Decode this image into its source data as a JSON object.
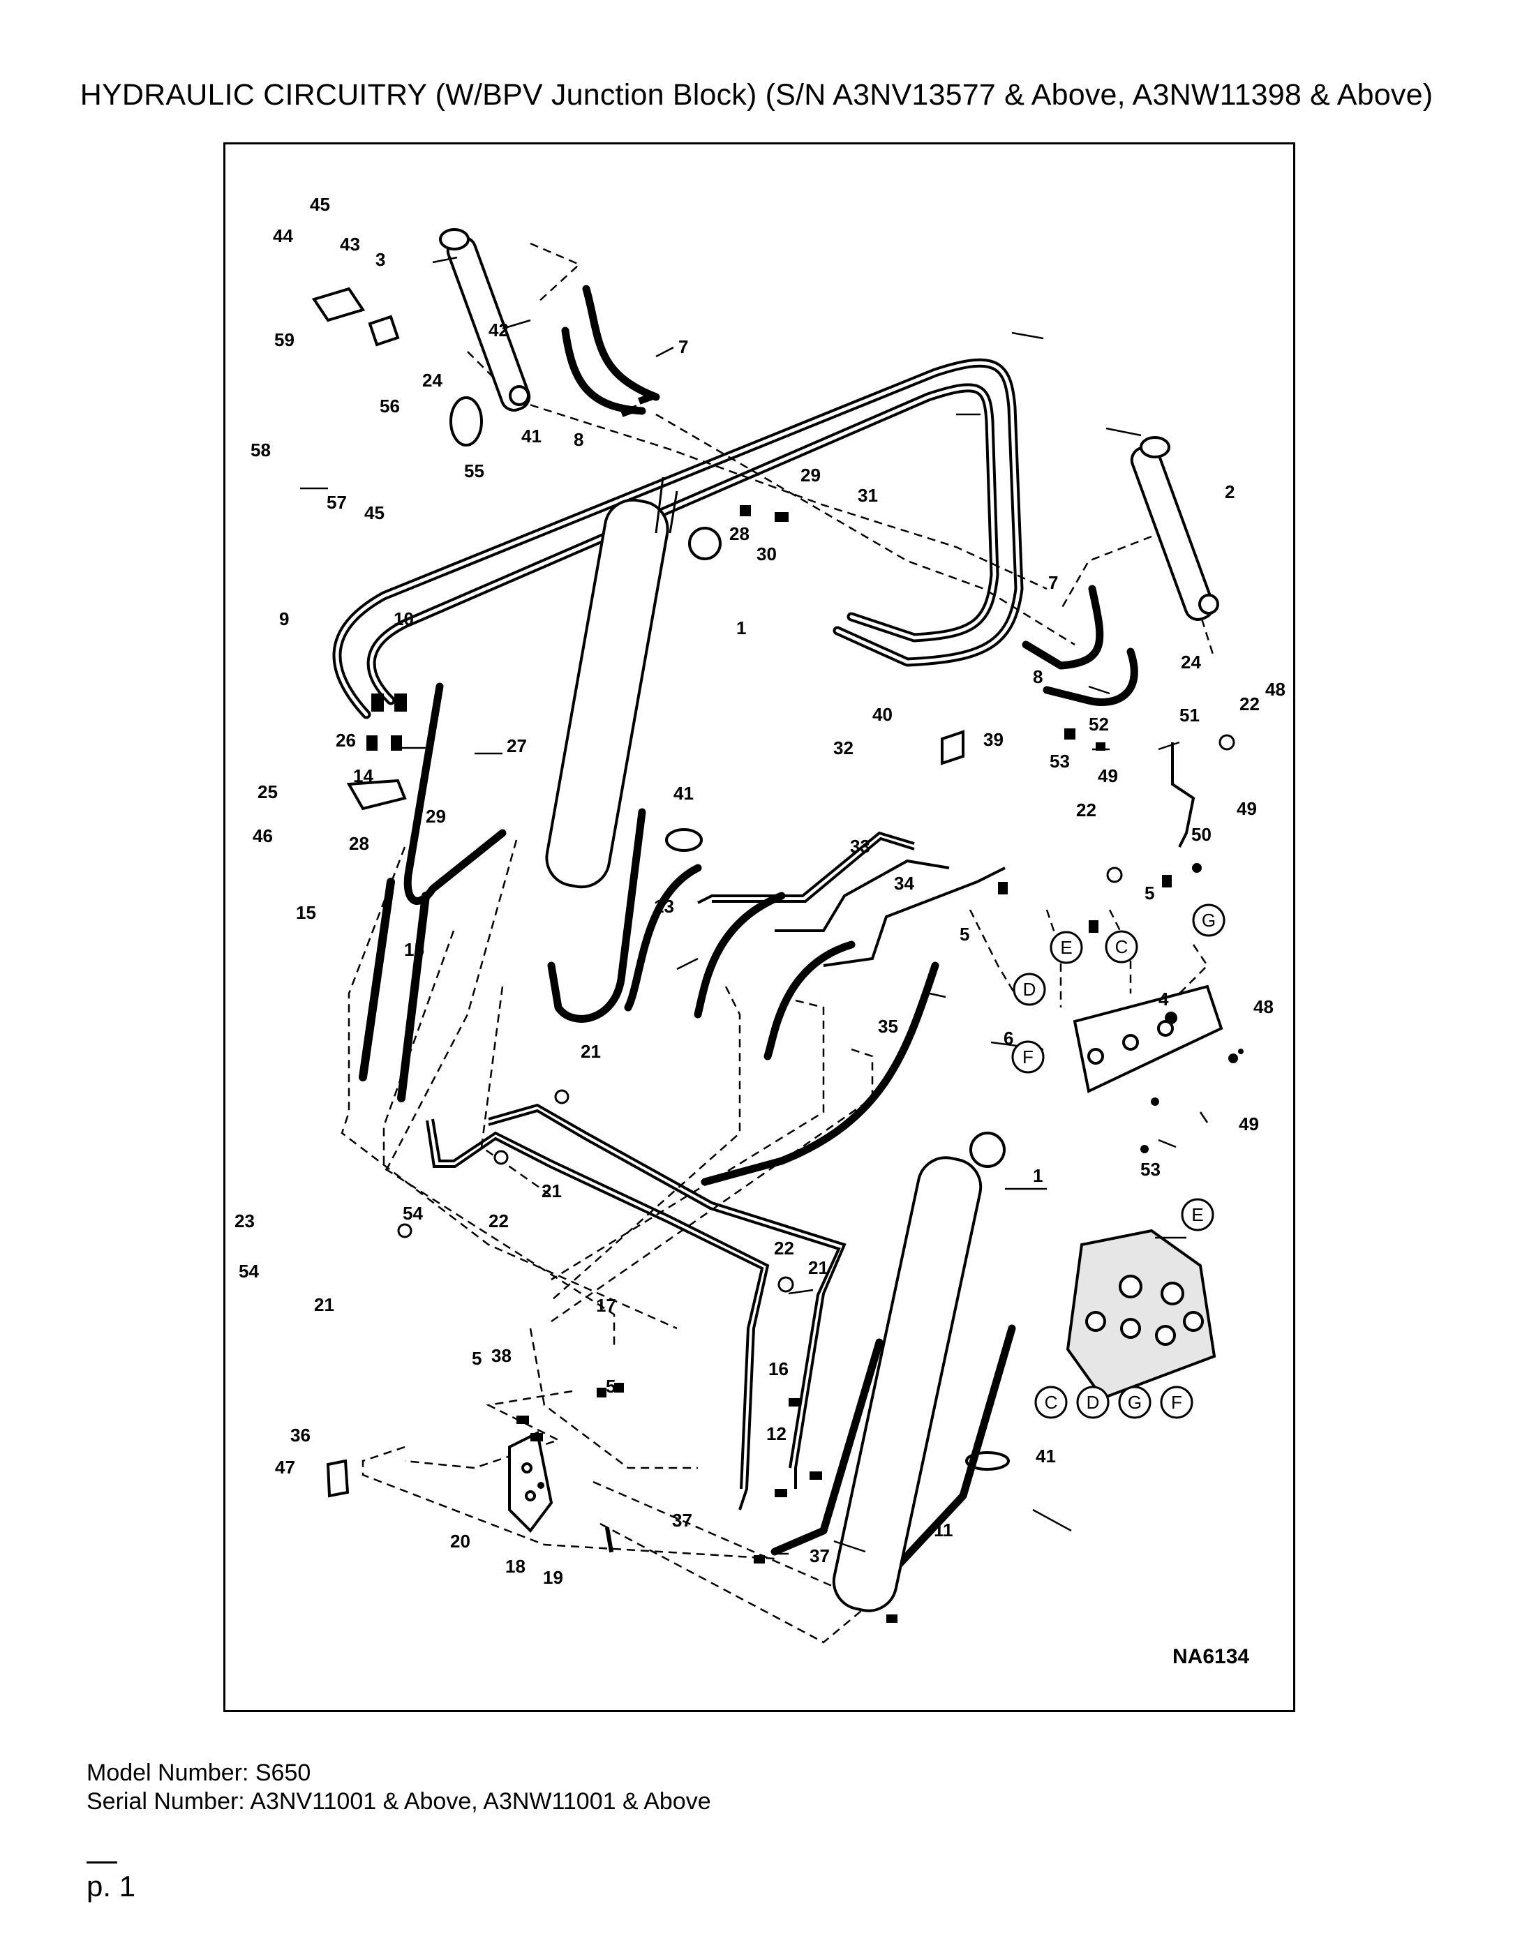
{
  "page": {
    "title": "HYDRAULIC CIRCUITRY (W/BPV Junction Block) (S/N A3NV13577 & Above, A3NW11398 & Above)",
    "drawing_id": "NA6134",
    "model_number": "Model Number: S650",
    "serial_number": "Serial Number: A3NV11001 & Above, A3NW11001 & Above",
    "page_number": "p. 1"
  },
  "callouts": [
    {
      "id": "c1",
      "label": "1"
    },
    {
      "id": "c1b",
      "label": "1"
    },
    {
      "id": "c2",
      "label": "2"
    },
    {
      "id": "c3",
      "label": "3"
    },
    {
      "id": "c4",
      "label": "4"
    },
    {
      "id": "c5a",
      "label": "5"
    },
    {
      "id": "c5b",
      "label": "5"
    },
    {
      "id": "c5c",
      "label": "5"
    },
    {
      "id": "c5d",
      "label": "5"
    },
    {
      "id": "c6",
      "label": "6"
    },
    {
      "id": "c7a",
      "label": "7"
    },
    {
      "id": "c7b",
      "label": "7"
    },
    {
      "id": "c8a",
      "label": "8"
    },
    {
      "id": "c8b",
      "label": "8"
    },
    {
      "id": "c9",
      "label": "9"
    },
    {
      "id": "c10",
      "label": "10"
    },
    {
      "id": "c11",
      "label": "11"
    },
    {
      "id": "c12",
      "label": "12"
    },
    {
      "id": "c13",
      "label": "13"
    },
    {
      "id": "c14",
      "label": "14"
    },
    {
      "id": "c15a",
      "label": "15"
    },
    {
      "id": "c15b",
      "label": "15"
    },
    {
      "id": "c16",
      "label": "16"
    },
    {
      "id": "c17",
      "label": "17"
    },
    {
      "id": "c18",
      "label": "18"
    },
    {
      "id": "c19",
      "label": "19"
    },
    {
      "id": "c20",
      "label": "20"
    },
    {
      "id": "c21a",
      "label": "21"
    },
    {
      "id": "c21b",
      "label": "21"
    },
    {
      "id": "c21c",
      "label": "21"
    },
    {
      "id": "c21d",
      "label": "21"
    },
    {
      "id": "c22a",
      "label": "22"
    },
    {
      "id": "c22b",
      "label": "22"
    },
    {
      "id": "c22c",
      "label": "22"
    },
    {
      "id": "c22d",
      "label": "22"
    },
    {
      "id": "c23",
      "label": "23"
    },
    {
      "id": "c24a",
      "label": "24"
    },
    {
      "id": "c24b",
      "label": "24"
    },
    {
      "id": "c25",
      "label": "25"
    },
    {
      "id": "c26",
      "label": "26"
    },
    {
      "id": "c27",
      "label": "27"
    },
    {
      "id": "c28a",
      "label": "28"
    },
    {
      "id": "c28b",
      "label": "28"
    },
    {
      "id": "c29a",
      "label": "29"
    },
    {
      "id": "c29b",
      "label": "29"
    },
    {
      "id": "c30",
      "label": "30"
    },
    {
      "id": "c31",
      "label": "31"
    },
    {
      "id": "c32",
      "label": "32"
    },
    {
      "id": "c33",
      "label": "33"
    },
    {
      "id": "c34",
      "label": "34"
    },
    {
      "id": "c35",
      "label": "35"
    },
    {
      "id": "c36",
      "label": "36"
    },
    {
      "id": "c37a",
      "label": "37"
    },
    {
      "id": "c37b",
      "label": "37"
    },
    {
      "id": "c38",
      "label": "38"
    },
    {
      "id": "c39",
      "label": "39"
    },
    {
      "id": "c40",
      "label": "40"
    },
    {
      "id": "c41a",
      "label": "41"
    },
    {
      "id": "c41b",
      "label": "41"
    },
    {
      "id": "c41c",
      "label": "41"
    },
    {
      "id": "c42",
      "label": "42"
    },
    {
      "id": "c43",
      "label": "43"
    },
    {
      "id": "c44",
      "label": "44"
    },
    {
      "id": "c45a",
      "label": "45"
    },
    {
      "id": "c45b",
      "label": "45"
    },
    {
      "id": "c46",
      "label": "46"
    },
    {
      "id": "c47",
      "label": "47"
    },
    {
      "id": "c48a",
      "label": "48"
    },
    {
      "id": "c48b",
      "label": "48"
    },
    {
      "id": "c49a",
      "label": "49"
    },
    {
      "id": "c49b",
      "label": "49"
    },
    {
      "id": "c49c",
      "label": "49"
    },
    {
      "id": "c50",
      "label": "50"
    },
    {
      "id": "c51",
      "label": "51"
    },
    {
      "id": "c52",
      "label": "52"
    },
    {
      "id": "c53a",
      "label": "53"
    },
    {
      "id": "c53b",
      "label": "53"
    },
    {
      "id": "c54a",
      "label": "54"
    },
    {
      "id": "c54b",
      "label": "54"
    },
    {
      "id": "c55",
      "label": "55"
    },
    {
      "id": "c56",
      "label": "56"
    },
    {
      "id": "c57",
      "label": "57"
    },
    {
      "id": "c58",
      "label": "58"
    },
    {
      "id": "c59",
      "label": "59"
    }
  ],
  "port_markers": [
    {
      "id": "pE1",
      "label": "E"
    },
    {
      "id": "pC1",
      "label": "C"
    },
    {
      "id": "pG1",
      "label": "G"
    },
    {
      "id": "pD1",
      "label": "D"
    },
    {
      "id": "pF1",
      "label": "F"
    },
    {
      "id": "pE2",
      "label": "E"
    },
    {
      "id": "pC2",
      "label": "C"
    },
    {
      "id": "pD2",
      "label": "D"
    },
    {
      "id": "pG2",
      "label": "G"
    },
    {
      "id": "pF2",
      "label": "F"
    }
  ]
}
